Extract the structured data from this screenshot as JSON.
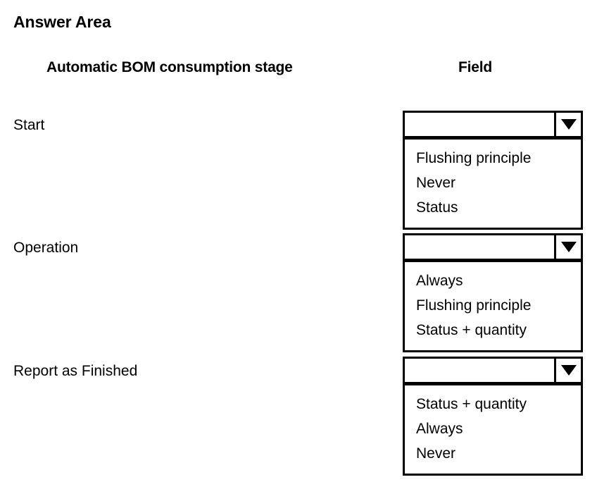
{
  "page": {
    "title": "Answer Area",
    "background_color": "#ffffff",
    "text_color": "#000000",
    "border_color": "#000000"
  },
  "table": {
    "headers": {
      "stage": "Automatic BOM consumption stage",
      "field": "Field"
    },
    "rows": [
      {
        "stage_label": "Start",
        "dropdown": {
          "selected_value": "",
          "arrow_icon": "chevron-down-icon",
          "expanded": true,
          "options": [
            "Flushing principle",
            "Never",
            "Status"
          ]
        }
      },
      {
        "stage_label": "Operation",
        "dropdown": {
          "selected_value": "",
          "arrow_icon": "chevron-down-icon",
          "expanded": true,
          "options": [
            "Always",
            "Flushing principle",
            "Status + quantity"
          ]
        }
      },
      {
        "stage_label": "Report as Finished",
        "dropdown": {
          "selected_value": "",
          "arrow_icon": "chevron-down-icon",
          "expanded": true,
          "options": [
            "Status + quantity",
            "Always",
            "Never"
          ]
        }
      }
    ]
  }
}
